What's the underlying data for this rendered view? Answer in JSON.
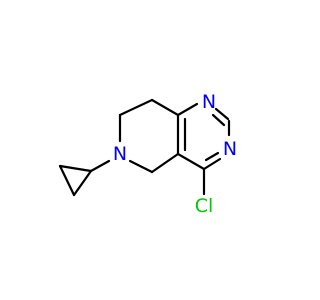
{
  "molecule": {
    "colors": {
      "background": "#ffffff",
      "bond": "#000000",
      "nitrogen": "#0000ff",
      "chlorine": "#00cc00"
    },
    "atoms": {
      "n1": {
        "element": "N",
        "label": "N"
      },
      "n3": {
        "element": "N",
        "label": "N"
      },
      "n6": {
        "element": "N",
        "label": "N"
      },
      "cl": {
        "element": "Cl",
        "label": "Cl"
      }
    }
  }
}
